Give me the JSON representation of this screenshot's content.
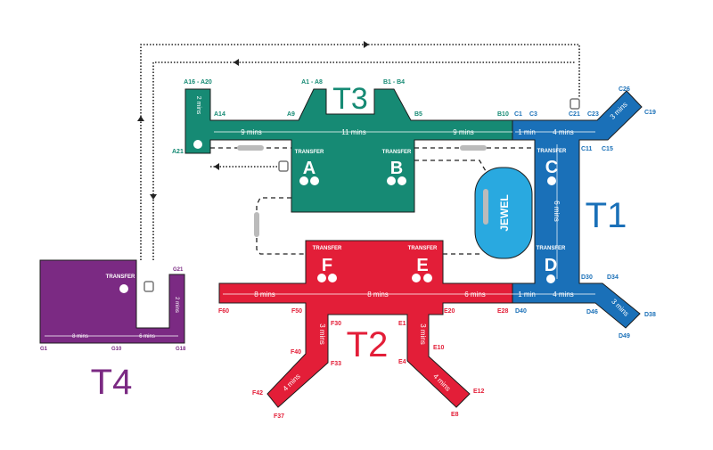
{
  "map": {
    "colors": {
      "T1": "#1a70b8",
      "T2": "#e31e38",
      "T3": "#168a74",
      "T4": "#7b2a83",
      "jewel": "#29a9e0"
    },
    "terminals": {
      "T1": "T1",
      "T2": "T2",
      "T3": "T3",
      "T4": "T4"
    },
    "jewel": "JEWEL",
    "transfer_label": "TRANSFER",
    "transfer_areas": {
      "A": "A",
      "B": "B",
      "C": "C",
      "D": "D",
      "E": "E",
      "F": "F"
    },
    "gates": {
      "A16_A20": "A16 - A20",
      "A14": "A14",
      "A9": "A9",
      "A1_A8": "A1 - A8",
      "A21": "A21",
      "B1_B4": "B1 - B4",
      "B5": "B5",
      "B10": "B10",
      "C1": "C1",
      "C3": "C3",
      "C21": "C21",
      "C23": "C23",
      "C26": "C26",
      "C19": "C19",
      "C11": "C11",
      "C15": "C15",
      "D30": "D30",
      "D34": "D34",
      "D46": "D46",
      "D38": "D38",
      "D49": "D49",
      "D40": "D40",
      "E28": "E28",
      "E20": "E20",
      "E1": "E1",
      "E4": "E4",
      "E10": "E10",
      "E12": "E12",
      "E8": "E8",
      "F60": "F60",
      "F50": "F50",
      "F30": "F30",
      "F40": "F40",
      "F33": "F33",
      "F42": "F42",
      "F37": "F37",
      "G21": "G21",
      "G1": "G1",
      "G10": "G10",
      "G18": "G18"
    },
    "walk_times": {
      "t3_a16_a14": "2 mins",
      "t3_a14_a9": "9 mins",
      "t3_a9_b5": "11 mins",
      "t3_b5_b10": "9 mins",
      "t1_c1_c3": "1 min",
      "t1_c3_c23": "4 mins",
      "t1_c_arm": "3 mins",
      "t1_c_d": "6 mins",
      "t1_d40": "1 min",
      "t1_d_bar": "4 mins",
      "t1_d_arm": "3 mins",
      "t2_f60_f50": "8 mins",
      "t2_f50_e20": "8 mins",
      "t2_e20_e28": "6 mins",
      "t2_f_leg": "3 mins",
      "t2_f_arm": "4 mins",
      "t2_e_leg": "3 mins",
      "t2_e_arm": "4 mins",
      "t4_g1_g10": "8 mins",
      "t4_g10_g18": "6 mins",
      "t4_g18_g21": "2 mins"
    },
    "icons": [
      "bus-icon",
      "skytrain-icon",
      "immigration-icon",
      "transfer-icon"
    ]
  }
}
